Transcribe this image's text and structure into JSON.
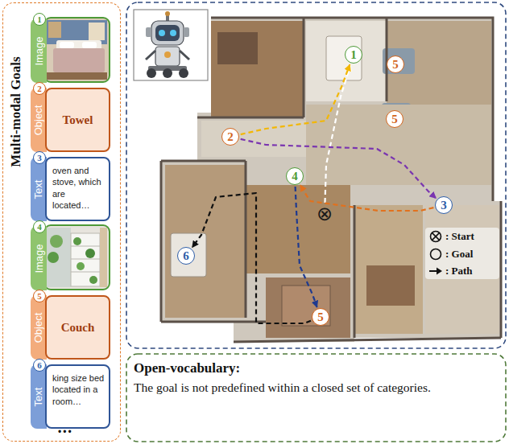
{
  "diagram": {
    "nodes": [
      {
        "text": [
          "Multi-modal Goals"
        ]
      },
      {
        "text": [
          "Image"
        ],
        "in": 0
      },
      {
        "text": [
          "1"
        ],
        "in": 0
      },
      {
        "text": [
          "Object"
        ],
        "in": 0
      },
      {
        "text": [
          "2"
        ],
        "in": 0
      },
      {
        "text": [
          "Towel"
        ],
        "in": 0
      },
      {
        "text": [
          "Text"
        ],
        "in": 0
      },
      {
        "text": [
          "3"
        ],
        "in": 0
      },
      {
        "text": [
          "oven and stove, which are located…"
        ],
        "in": 0
      },
      {
        "text": [
          "Image"
        ],
        "in": 0
      },
      {
        "text": [
          "4"
        ],
        "in": 0
      },
      {
        "text": [
          "Object"
        ],
        "in": 0
      },
      {
        "text": [
          "5"
        ],
        "in": 0
      },
      {
        "text": [
          "Couch"
        ],
        "in": 0
      },
      {
        "text": [
          "Text"
        ],
        "in": 0
      },
      {
        "text": [
          "6"
        ],
        "in": 0
      },
      {
        "text": [
          "king size bed located in a room…"
        ],
        "in": 0
      },
      {
        "text": [
          "1"
        ]
      },
      {
        "text": [
          "5"
        ]
      },
      {
        "text": [
          "5"
        ]
      },
      {
        "text": [
          "2"
        ]
      },
      {
        "text": [
          "3"
        ]
      },
      {
        "text": [
          "4"
        ]
      },
      {
        "text": [
          "⊗"
        ]
      },
      {
        "text": [
          "6"
        ]
      },
      {
        "text": [
          "5"
        ]
      },
      {
        "text": [
          "Open-vocabulary:",
          "The goal is not predefined within a closed set of categories."
        ]
      }
    ],
    "edges": [
      {
        "from": 23,
        "to": 17,
        "arrow": "to"
      },
      {
        "from": 20,
        "to": 17,
        "arrow": "to"
      },
      {
        "from": 20,
        "to": 21,
        "arrow": "to"
      },
      {
        "from": 21,
        "to": 22,
        "arrow": "to"
      },
      {
        "from": 22,
        "to": 25,
        "arrow": "to"
      },
      {
        "from": 25,
        "to": 24,
        "arrow": "to"
      }
    ],
    "labels": [
      "•••"
    ],
    "legend": [
      {
        "text": ": Start"
      },
      {
        "text": ": Goal"
      },
      {
        "text": ": Path"
      }
    ]
  }
}
